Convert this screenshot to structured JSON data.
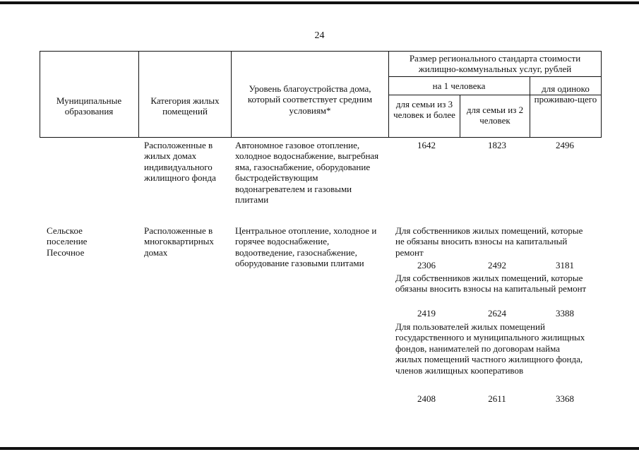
{
  "page_number": "24",
  "header": {
    "municipality": "Муниципальные образования",
    "category": "Категория жилых помещений",
    "level": "Уровень благоустройства дома, который соответствует средним условиям*",
    "standard_size": "Размер регионального стандарта стоимости жилищно-коммунальных услуг, рублей",
    "per_person": "на 1 человека",
    "family_3plus": "для семьи из 3 человек и более",
    "family_2": "для семьи из 2 человек",
    "single": "для одиноко проживаю-щего"
  },
  "municipality_name": "Сельское поселение Песочное",
  "rows": [
    {
      "category": "Расположенные в жилых домах индивидуального жилищного фонда",
      "level": "Автономное газовое отопление, холодное водоснабжение, выгребная яма, газоснабжение, оборудование быстродействующим водонагревателем и газовыми плитами",
      "values": [
        "1642",
        "1823",
        "2496"
      ]
    },
    {
      "category": "Расположенные в многоквартирных домах",
      "level": "Центральное отопление, холодное и горячее водоснабжение, водоотведение, газоснабжение, оборудование газовыми плитами",
      "groups": [
        {
          "label": "Для собственников жилых помещений, которые не обязаны вносить взносы на капитальный ремонт",
          "values": [
            "2306",
            "2492",
            "3181"
          ]
        },
        {
          "label": "Для собственников  жилых помещений, которые обязаны вносить взносы на капитальный ремонт",
          "values": [
            "2419",
            "2624",
            "3388"
          ]
        },
        {
          "label": "Для пользователей жилых помещений государственного и муниципального жилищных фондов, нанимателей по договорам найма жилых помещений частного жилищного фонда, членов жилищных кооперативов",
          "values": [
            "2408",
            "2611",
            "3368"
          ]
        }
      ]
    }
  ]
}
